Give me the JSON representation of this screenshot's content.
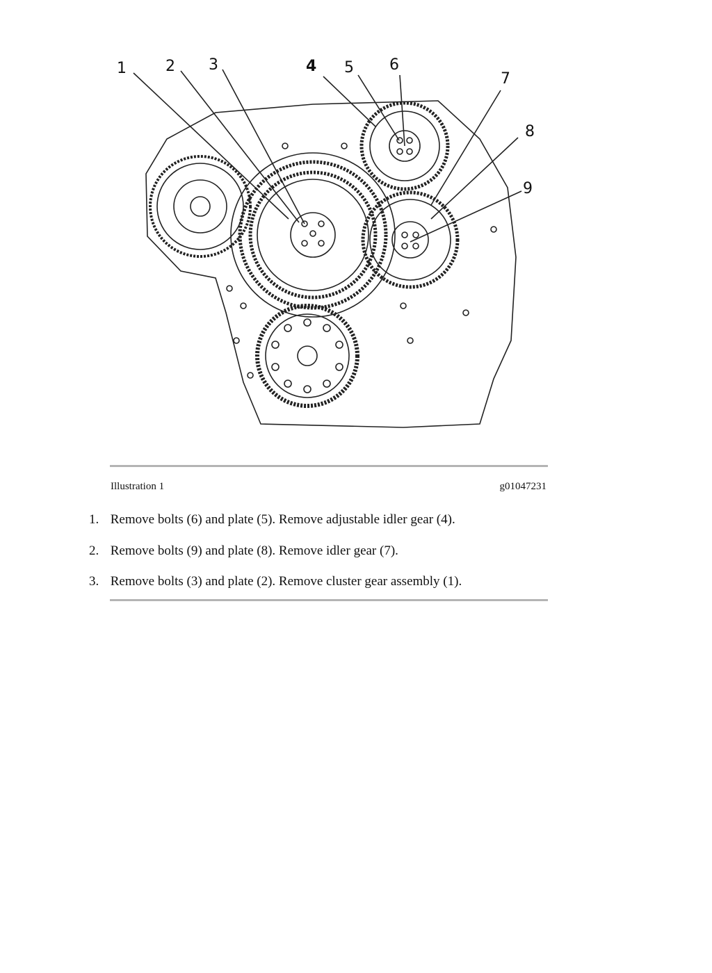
{
  "figure": {
    "callouts": [
      "1",
      "2",
      "3",
      "4",
      "5",
      "6",
      "7",
      "8",
      "9"
    ],
    "description_name": "gear-train-diagram"
  },
  "caption": {
    "label": "Illustration 1",
    "code": "g01047231"
  },
  "steps": [
    {
      "num": "1.",
      "text": "Remove bolts (6) and plate (5). Remove adjustable idler gear (4)."
    },
    {
      "num": "2.",
      "text": "Remove bolts (9) and plate (8). Remove idler gear (7)."
    },
    {
      "num": "3.",
      "text": "Remove bolts (3) and plate (2). Remove cluster gear assembly (1)."
    }
  ]
}
